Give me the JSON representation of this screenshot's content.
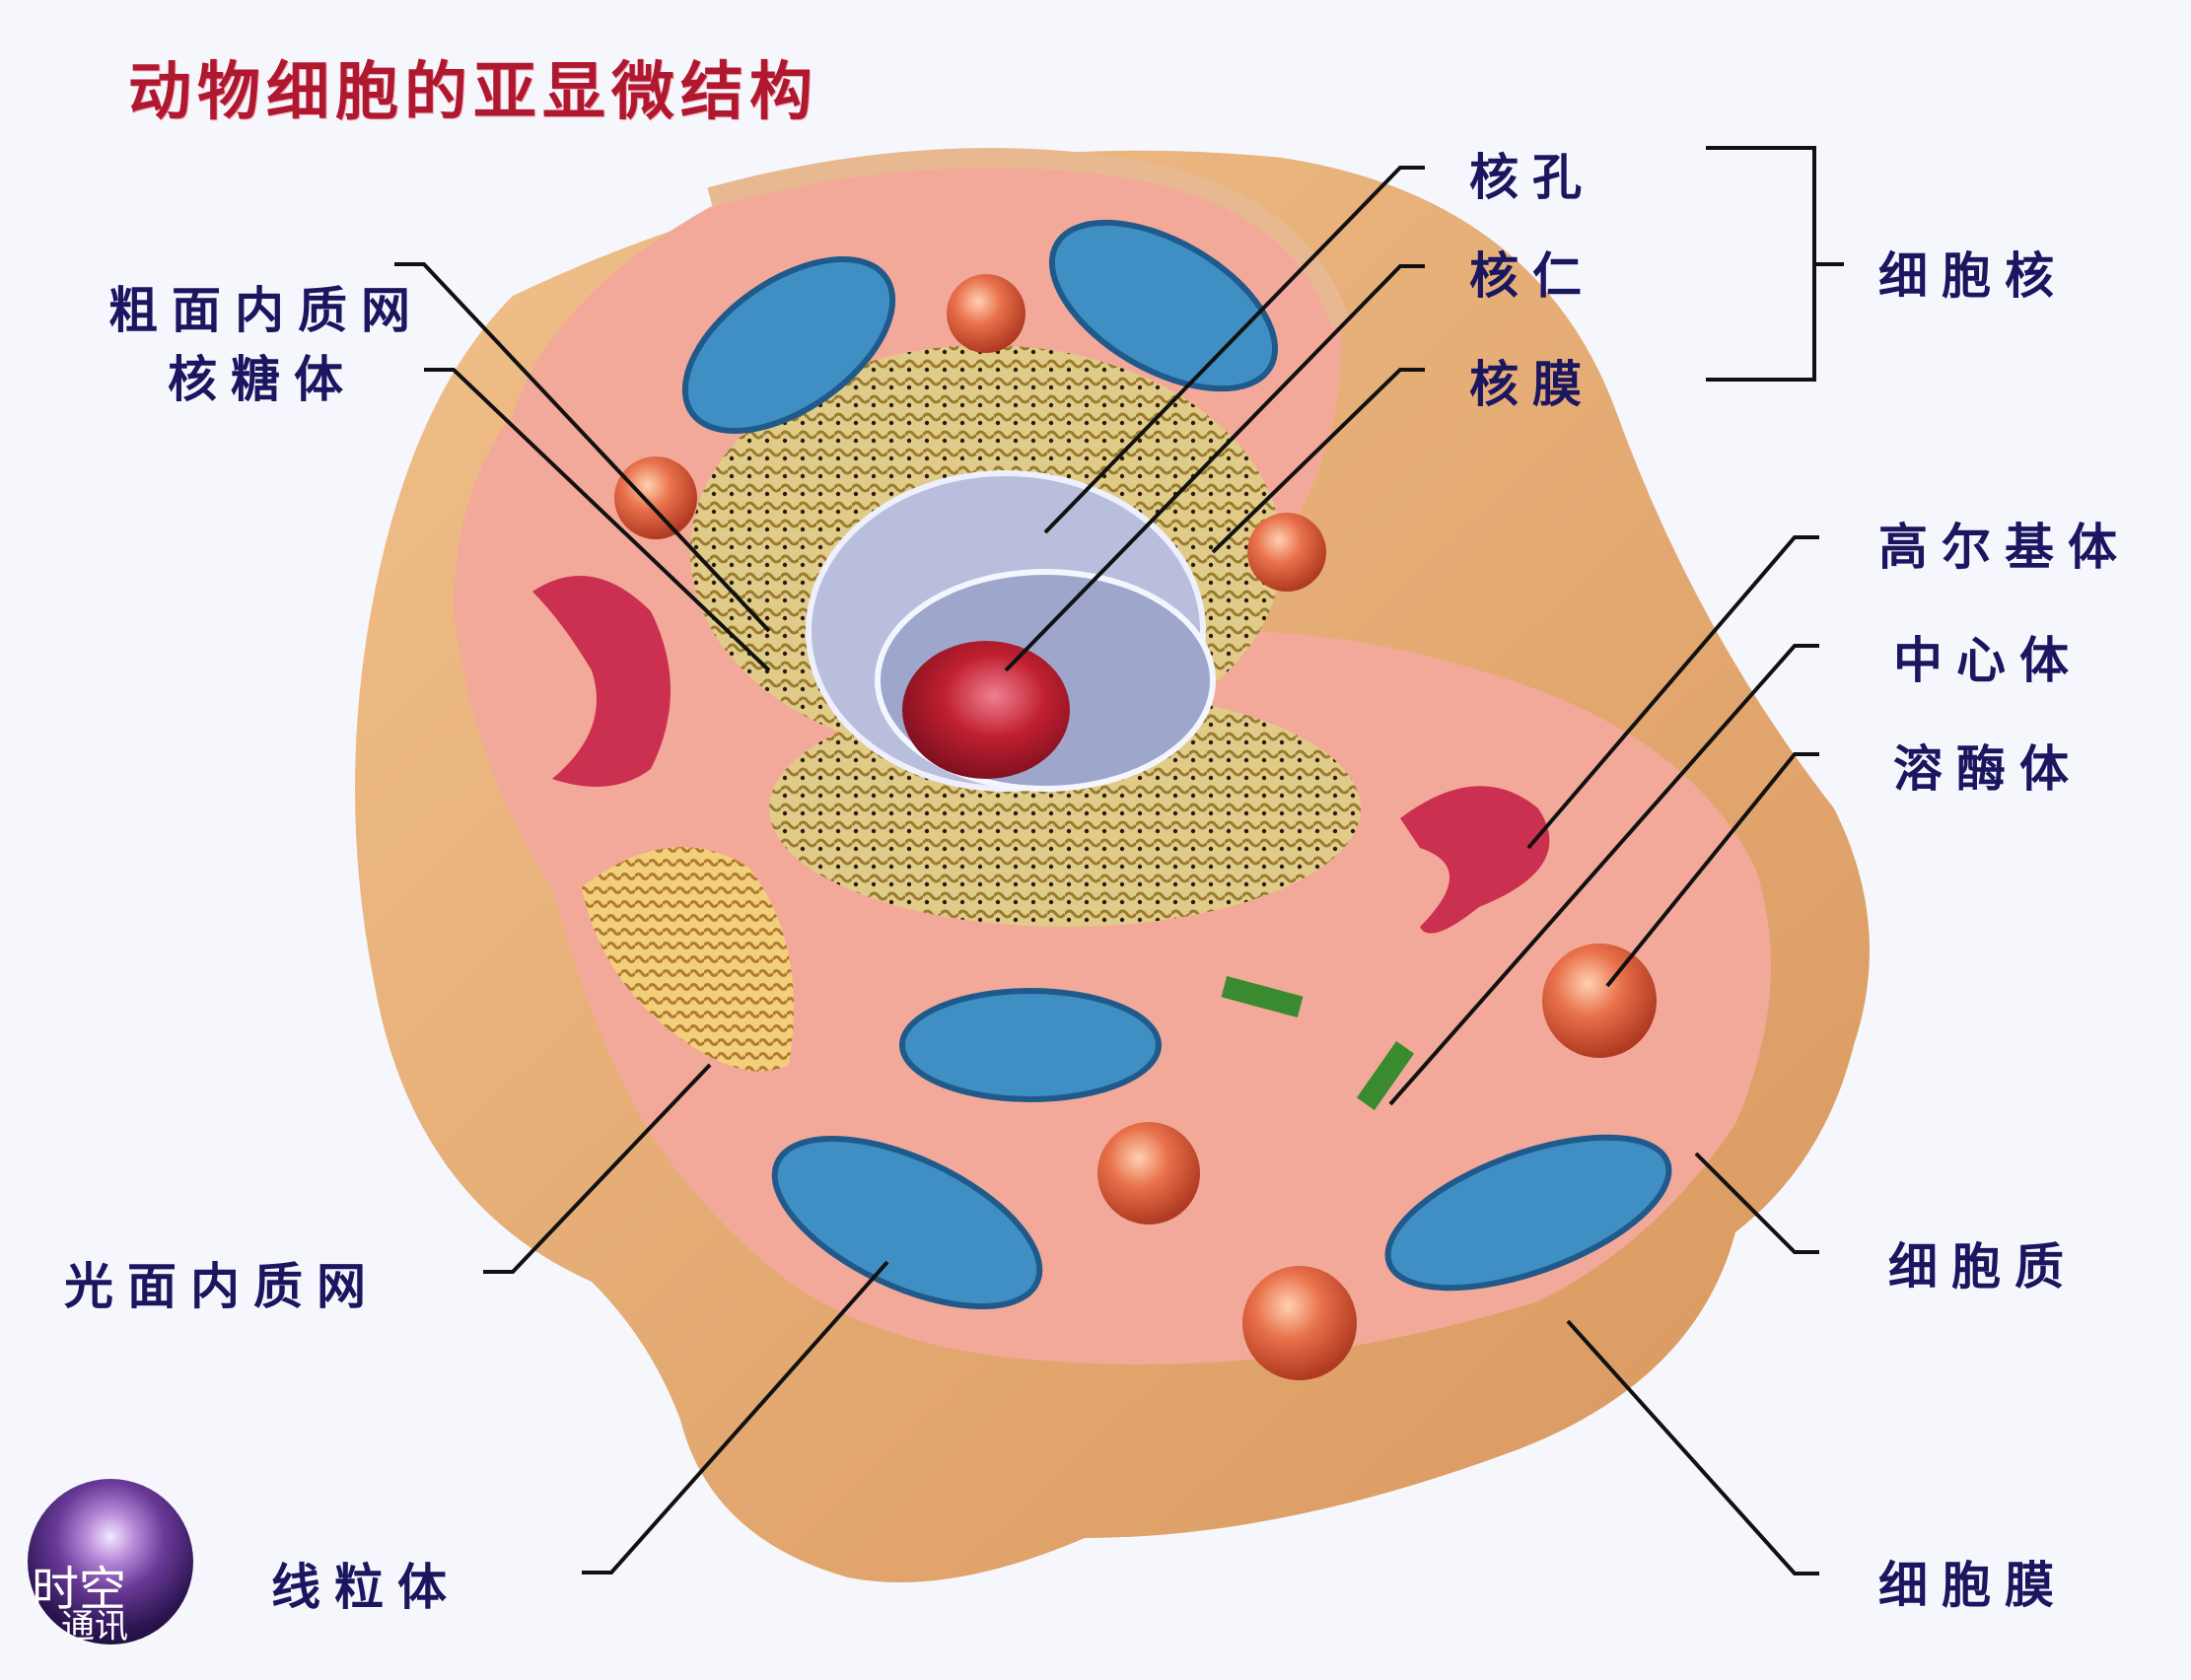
{
  "title": "动物细胞的亚显微结构",
  "labels": {
    "nuclear_pore": "核孔",
    "nucleolus": "核仁",
    "nuclear_envelope": "核膜",
    "nucleus": "细胞核",
    "rough_er": "粗面内质网",
    "ribosome": "核糖体",
    "golgi": "高尔基体",
    "centrosome": "中心体",
    "lysosome": "溶酶体",
    "smooth_er": "光面内质网",
    "cytoplasm": "细胞质",
    "mitochondrion": "线粒体",
    "cell_membrane": "细胞膜"
  },
  "watermark": {
    "line1": "时空",
    "line2": "通讯"
  },
  "colors": {
    "label_text": "#1a1660",
    "title_text": "#b01830",
    "membrane_outer": "#e8b07a",
    "cytoplasm": "#f2a99a",
    "mitochondria": "#3f8fc4",
    "lysosome": "#d9503a",
    "nucleus": "#b8bedc",
    "nucleolus": "#b8202e",
    "golgi": "#cc3050",
    "er": "#d8c27a",
    "centriole": "#3a8a30"
  }
}
